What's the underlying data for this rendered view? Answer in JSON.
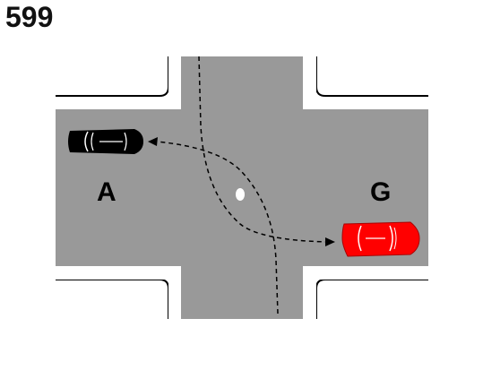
{
  "question_number": "599",
  "cars": {
    "a": {
      "label": "A",
      "color": "#000000"
    },
    "g": {
      "label": "G",
      "color": "#ff0000"
    }
  },
  "colors": {
    "road": "#999999",
    "curb": "#000000",
    "background": "#ffffff",
    "center_dot": "#ffffff"
  }
}
